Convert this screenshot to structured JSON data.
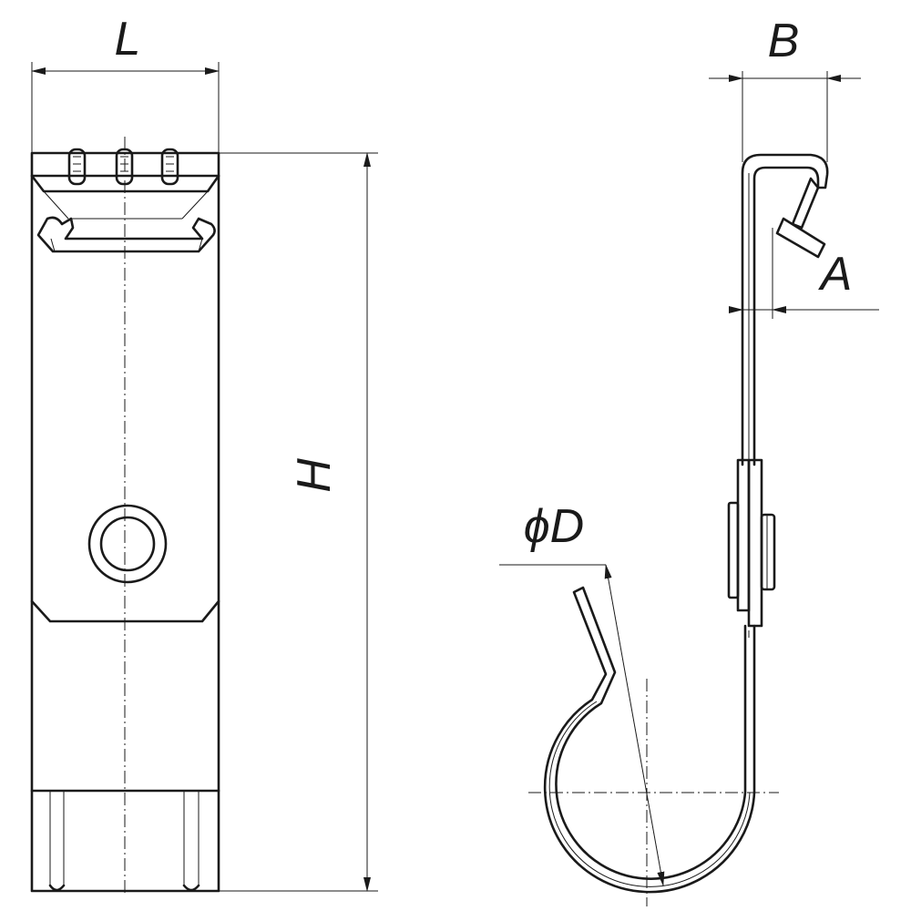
{
  "labels": {
    "L": "L",
    "B": "B",
    "A": "A",
    "H": "H",
    "D": "ϕD"
  }
}
